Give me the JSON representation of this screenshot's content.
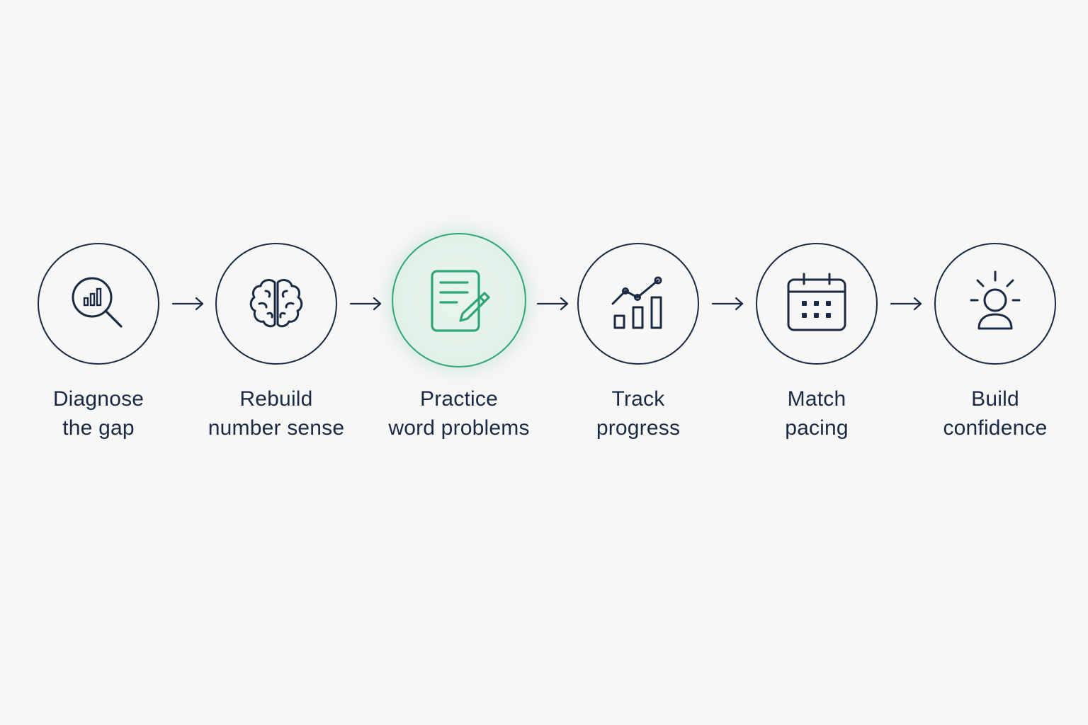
{
  "steps": [
    {
      "id": "diagnose",
      "line1": "Diagnose",
      "line2": "the gap",
      "icon": "magnifier-chart-icon",
      "active": false
    },
    {
      "id": "rebuild",
      "line1": "Rebuild",
      "line2": "number sense",
      "icon": "brain-icon",
      "active": false
    },
    {
      "id": "practice",
      "line1": "Practice",
      "line2": "word problems",
      "icon": "document-pencil-icon",
      "active": true
    },
    {
      "id": "track",
      "line1": "Track",
      "line2": "progress",
      "icon": "growth-chart-icon",
      "active": false
    },
    {
      "id": "match",
      "line1": "Match",
      "line2": "pacing",
      "icon": "calendar-icon",
      "active": false
    },
    {
      "id": "build",
      "line1": "Build",
      "line2": "confidence",
      "icon": "person-shine-icon",
      "active": false
    }
  ],
  "colors": {
    "background": "#f7f7f5",
    "ink": "#1b2a44",
    "accent": "#2fa57a",
    "accent_fill": "#e3f2ea"
  }
}
